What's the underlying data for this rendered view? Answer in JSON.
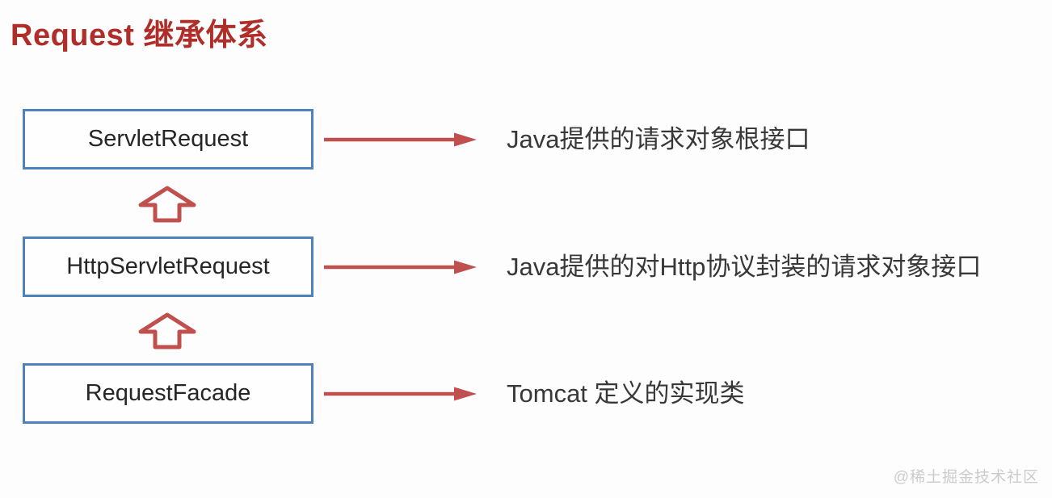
{
  "title": "Request 继承体系",
  "nodes": [
    {
      "label": "ServletRequest",
      "description": "Java提供的请求对象根接口"
    },
    {
      "label": "HttpServletRequest",
      "description": "Java提供的对Http协议封装的请求对象接口"
    },
    {
      "label": "RequestFacade",
      "description": "Tomcat 定义的实现类"
    }
  ],
  "icons": {
    "right_arrow": "right-arrow-icon",
    "inheritance_arrow": "up-block-arrow-icon"
  },
  "colors": {
    "title_red": "#b02e2a",
    "box_border_blue": "#4f81bd",
    "arrow_red": "#c0504d",
    "text_dark": "#383838",
    "watermark_gray": "#cbcbcb"
  },
  "watermark": "@稀土掘金技术社区"
}
